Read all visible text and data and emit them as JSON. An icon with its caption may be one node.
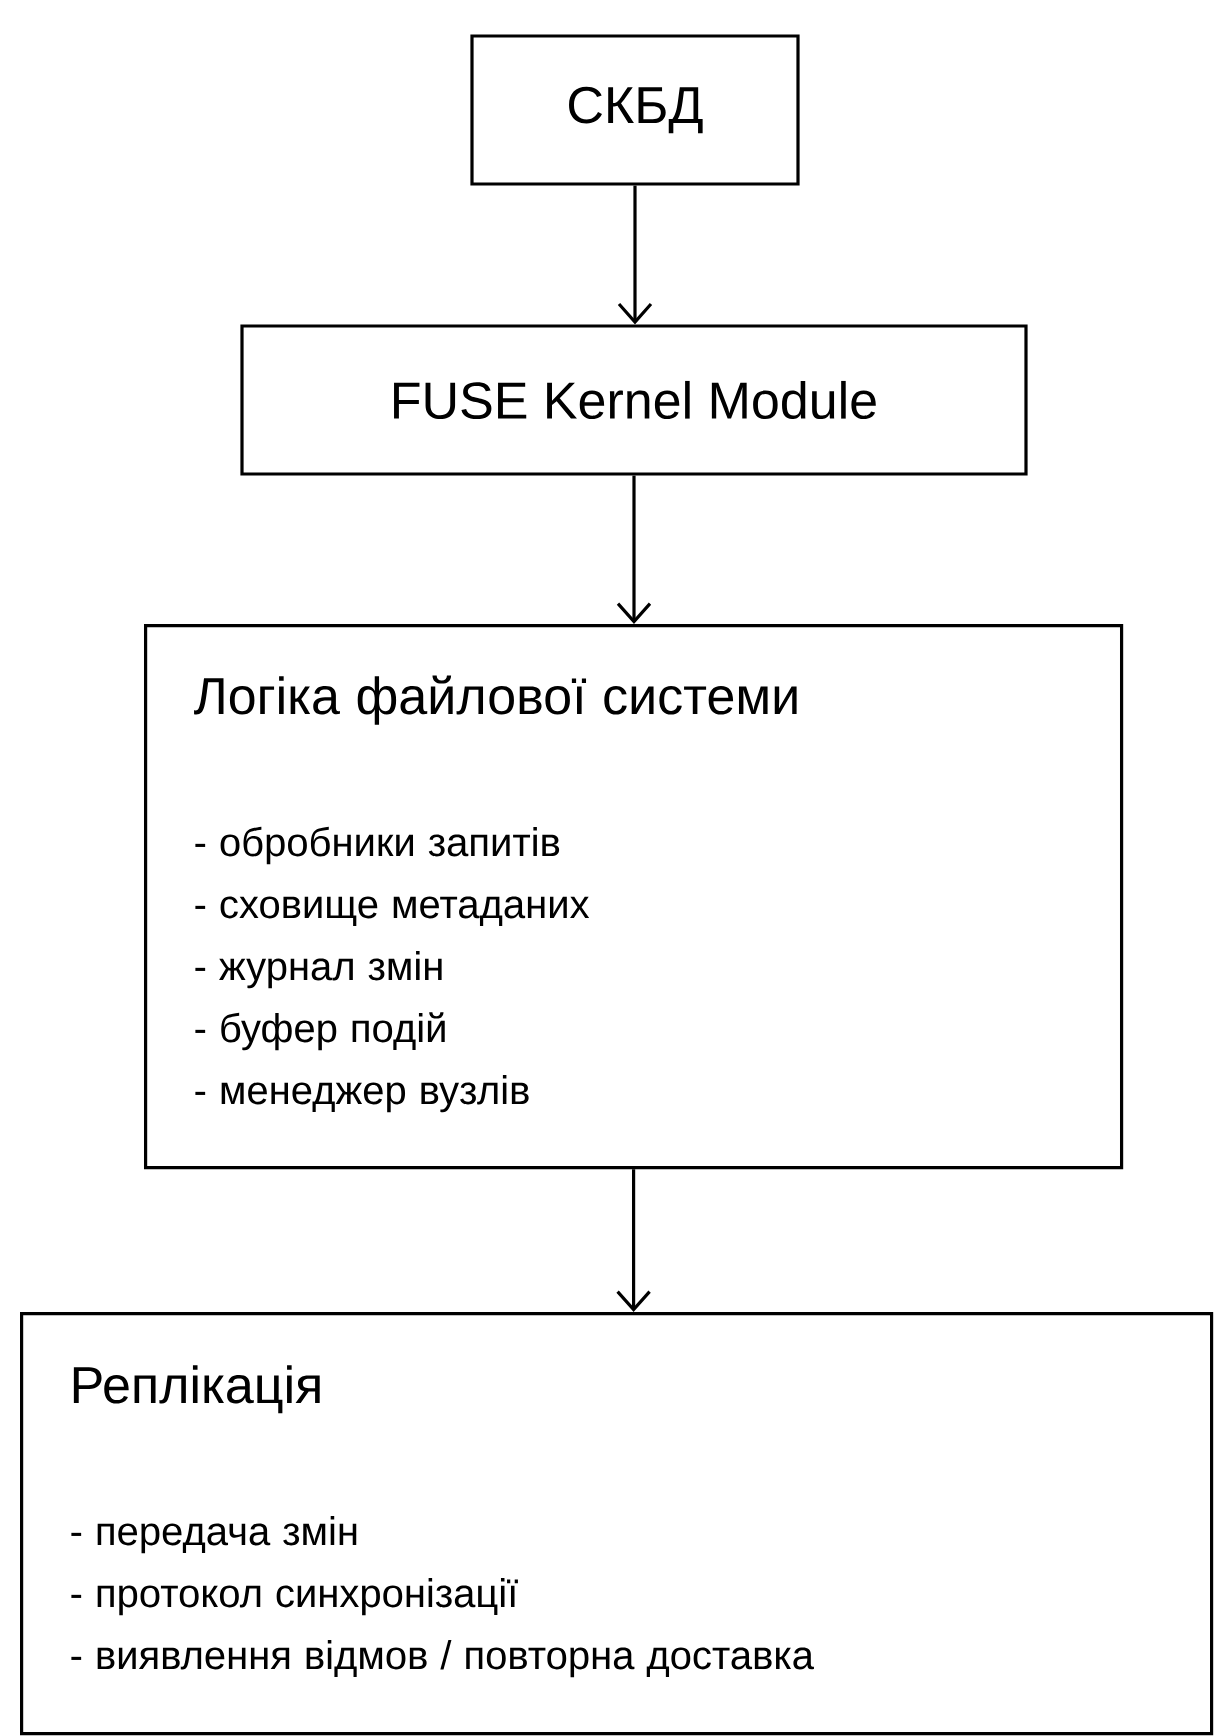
{
  "diagram": {
    "nodes": [
      {
        "text": [
          "СКБД"
        ]
      },
      {
        "text": [
          "FUSE Kernel Module"
        ]
      },
      {
        "text": [
          "Логіка файлової системи",
          "- обробники запитів",
          "- сховище метаданих",
          "- журнал змін",
          "- буфер подій",
          "- менеджер вузлів"
        ]
      },
      {
        "text": [
          "Реплікація",
          "- передача змін",
          "- протокол синхронізації",
          "- виявлення відмов / повторна доставка"
        ]
      }
    ],
    "edges": [
      {
        "from": 0,
        "to": 1,
        "arrow": "to"
      },
      {
        "from": 1,
        "to": 2,
        "arrow": "to"
      },
      {
        "from": 2,
        "to": 3,
        "arrow": "to"
      }
    ]
  }
}
